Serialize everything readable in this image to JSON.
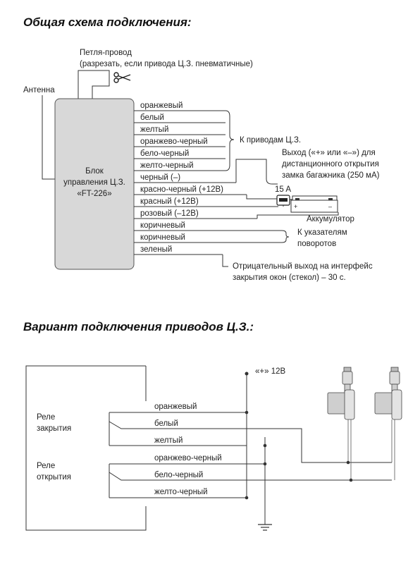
{
  "section1": {
    "title": "Общая схема подключения:",
    "loop_line1": "Петля-провод",
    "loop_line2": "(разрезать, если привода Ц.З. пневматичные)",
    "antenna": "Антенна",
    "unit_line1": "Блок",
    "unit_line2": "управления Ц.З.",
    "unit_line3": "«FT-226»",
    "wires": [
      "оранжевый",
      "белый",
      "желтый",
      "оранжево-черный",
      "бело-черный",
      "желто-черный",
      "черный (–)",
      "красно-черный (+12В)",
      "красный (+12В)",
      "розовый (–12В)",
      "коричневый",
      "коричневый",
      "зеленый"
    ],
    "to_actuators": "К приводам Ц.З.",
    "trunk_line1": "Выход («+» или «–») для",
    "trunk_line2": "дистанционного открытия",
    "trunk_line3": "замка багажника (250 мА)",
    "fuse": "15 A",
    "battery": "Аккумулятор",
    "indicators_line1": "К указателям",
    "indicators_line2": "поворотов",
    "window_line1": "Отрицательный выход на интерфейс",
    "window_line2": "закрытия окон (стекол) – 30 с."
  },
  "section2": {
    "title": "Вариант подключения приводов Ц.З.:",
    "relay_close_line1": "Реле",
    "relay_close_line2": "закрытия",
    "relay_open_line1": "Реле",
    "relay_open_line2": "открытия",
    "supply": "«+» 12В",
    "wires": [
      "оранжевый",
      "белый",
      "желтый",
      "оранжево-черный",
      "бело-черный",
      "желто-черный"
    ]
  },
  "colors": {
    "line": "#333333",
    "unit_fill": "#d8d8d8",
    "unit_border": "#555555",
    "actuator_fill": "#cfcfcf"
  }
}
